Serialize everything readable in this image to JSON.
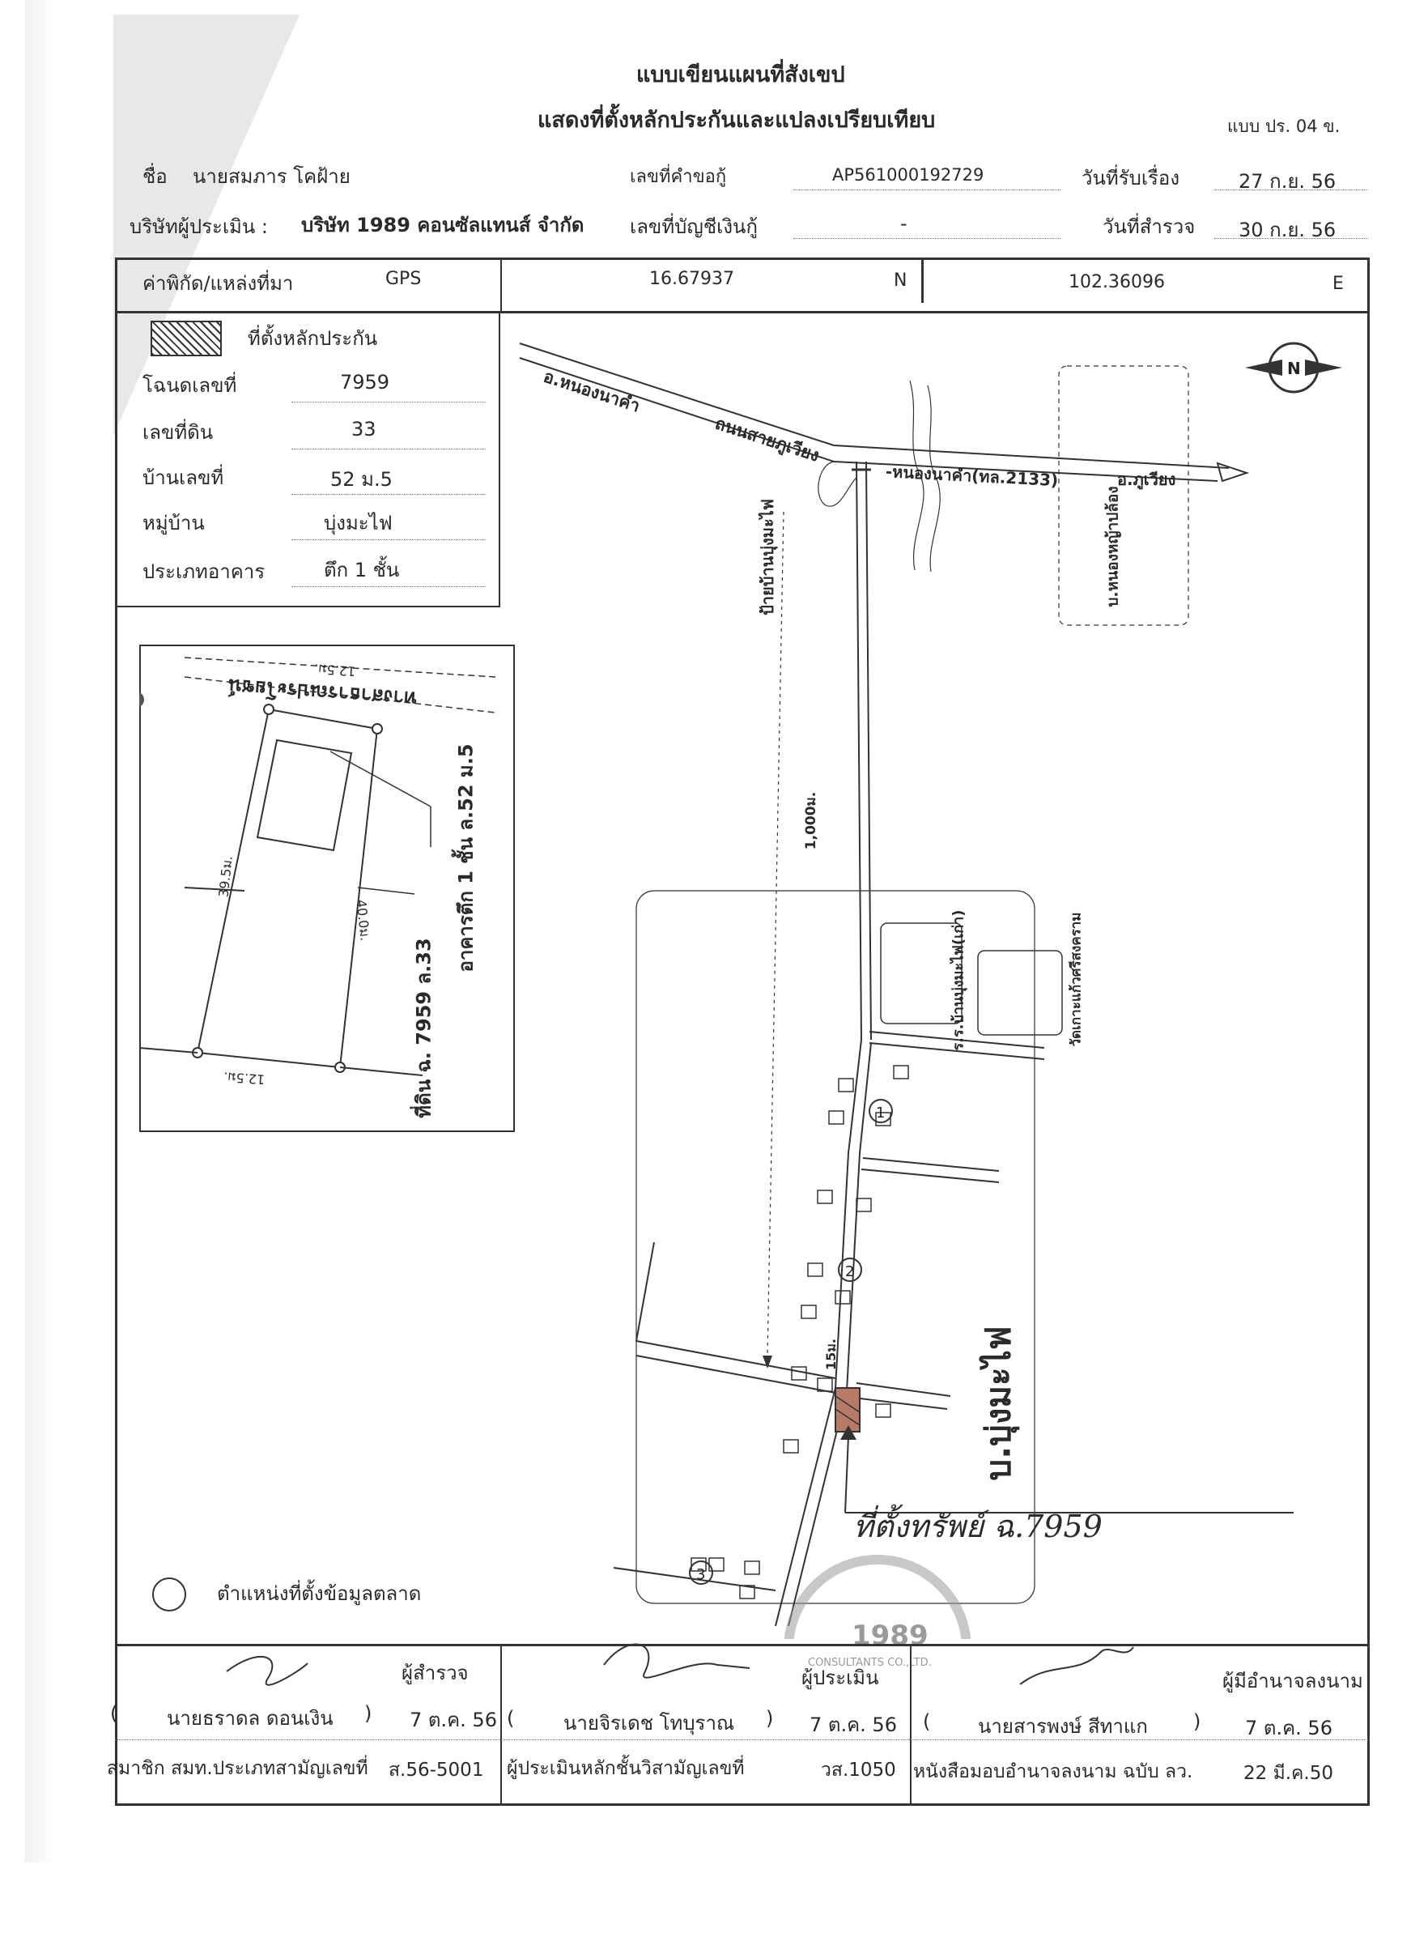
{
  "header": {
    "title1": "แบบเขียนแผนที่สังเขป",
    "title2": "แสดงที่ตั้งหลักประกันและแปลงเปรียบเทียบ",
    "form_no": "แบบ ปร. 04 ข."
  },
  "info": {
    "owner_label": "ชื่อ",
    "owner_value": "นายสมภาร โคฝ้าย",
    "request_label": "เลขที่คำขอกู้",
    "request_value": "AP561000192729",
    "received_label": "วันที่รับเรื่อง",
    "received_value": "27 ก.ย. 56",
    "appraiser_company_label": "บริษัทผู้ประเมิน :",
    "appraiser_company_value": "บริษัท 1989 คอนซัลแทนส์ จำกัด",
    "account_label": "เลขที่บัญชีเงินกู้",
    "account_value": "-",
    "survey_label": "วันที่สำรวจ",
    "survey_value": "30 ก.ย. 56"
  },
  "coords": {
    "label": "ค่าพิกัด/แหล่งที่มา",
    "source": "GPS",
    "lat": "16.67937",
    "lat_dir": "N",
    "lon": "102.36096",
    "lon_dir": "E"
  },
  "property": {
    "legend_label": "ที่ตั้งหลักประกัน",
    "rows": [
      {
        "label": "โฉนดเลขที่",
        "value": "7959"
      },
      {
        "label": "เลขที่ดิน",
        "value": "33"
      },
      {
        "label": "บ้านเลขที่",
        "value": "52 ม.5"
      },
      {
        "label": "หมู่บ้าน",
        "value": "บุ่งมะไฟ"
      },
      {
        "label": "ประเภทอาคาร",
        "value": "ตึก 1 ชั้น"
      }
    ]
  },
  "plot": {
    "road": "ทางสาธารณประโยชน์",
    "top_width": "12.5ม.",
    "bottom_width": "12.5ม.",
    "left_len": "39.5ม.",
    "right_len": "40.0ม.",
    "building": "อาคารตึก 1 ชั้น ล.52 ม.5",
    "land": "ที่ดิน ฉ. 7959 ล.33"
  },
  "map": {
    "road_west": "อ.หนองนาคำ",
    "road_name": "ถนนสายภูเวียง",
    "road_east": "-หนองนาคำ(ทล.2133)",
    "dest_east": "อ.ภูเวียง",
    "village_sign": "ป้ายบ้านบุ่งมะไฟ",
    "village_north": "บ.หนองหญ้าปล้อง",
    "distance": "1,000ม.",
    "school": "ร.ร.บ้านบุ่งมะไฟ(เก่า)",
    "temple": "วัดเกาะแก้วศรีสงคราม",
    "village": "บ.บุ่งมะไฟ",
    "short_dist": "15ม.",
    "handwritten": "ที่ตั้งทรัพย์ ฉ.7959",
    "compass_letter": "N",
    "markers": [
      "1",
      "2",
      "3"
    ]
  },
  "legend": {
    "market_label": "ตำแหน่งที่ตั้งข้อมูลตลาด"
  },
  "signatures": {
    "surveyor_role": "ผู้สำรวจ",
    "surveyor_name": "นายธราดล ดอนเงิน",
    "surveyor_date": "7 ต.ค. 56",
    "appraiser_role": "ผู้ประเมิน",
    "appraiser_name": "นายจิรเดช โทบุราณ",
    "appraiser_date": "7 ต.ค. 56",
    "authorized_role": "ผู้มีอำนาจลงนาม",
    "authorized_name": "นายสารพงษ์ สีทาแก",
    "authorized_date": "7 ต.ค. 56",
    "member_label": "สมาชิก สมท.ประเภทสามัญเลขที่",
    "member_no": "ส.56-5001",
    "appraiser_cert_label": "ผู้ประเมินหลักชั้นวิสามัญเลขที่",
    "appraiser_cert_no": "วส.1050",
    "poa_label": "หนังสือมอบอำนาจลงนาม ฉบับ ลว.",
    "poa_date": "22 มี.ค.50",
    "paren_open": "(",
    "paren_close": ")"
  },
  "stamp": {
    "year": "1989",
    "text": "CONSULTANTS CO.,LTD."
  }
}
